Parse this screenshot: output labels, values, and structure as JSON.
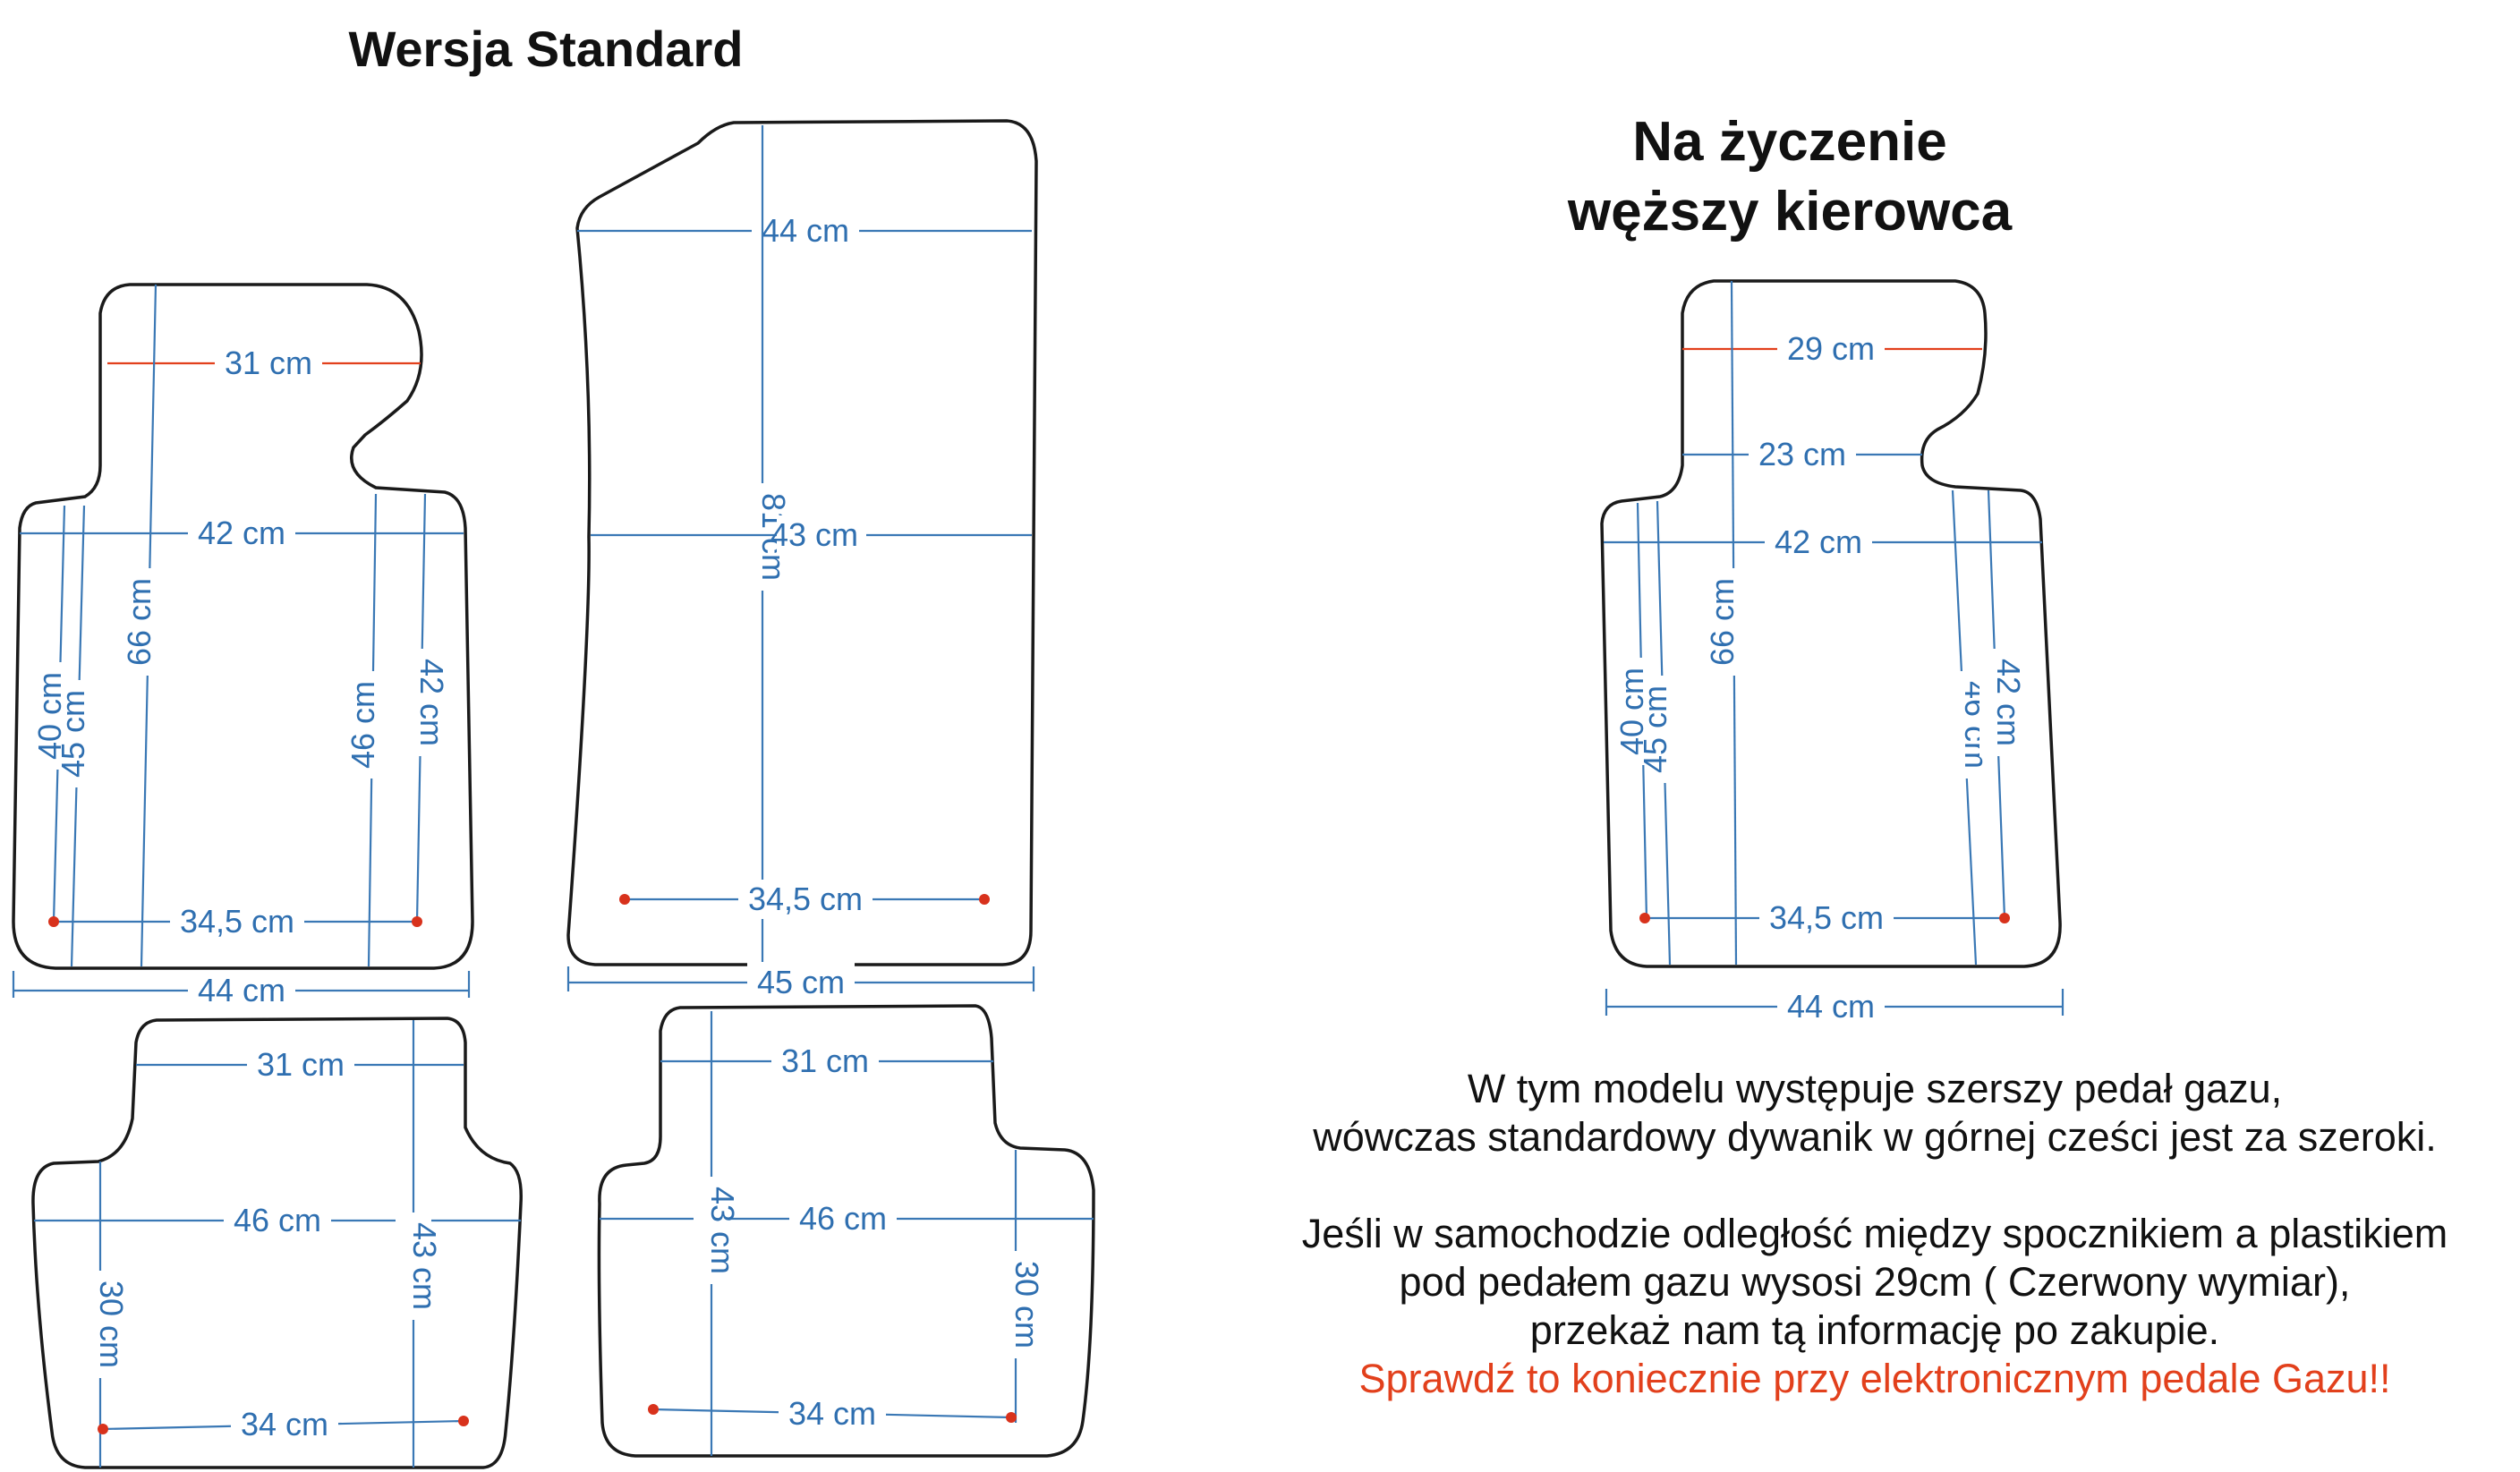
{
  "headings": {
    "standard": "Wersja Standard",
    "optional_line1": "Na życzenie",
    "optional_line2": "węższy kierowca"
  },
  "mats": {
    "driver": {
      "width_top": "31 cm",
      "width_mid": "42 cm",
      "height_total": "66 cm",
      "height_left_1": "40 cm",
      "height_left_2": "45 cm",
      "height_right_1": "46 cm",
      "height_right_2": "42 cm",
      "heel_points": "34,5 cm",
      "width_bottom": "44 cm"
    },
    "passenger": {
      "width_top": "44 cm",
      "height_total": "81 cm",
      "width_mid": "43 cm",
      "heel_points": "34,5 cm",
      "width_bottom": "45 cm"
    },
    "rear_left": {
      "width_top": "31 cm",
      "width_mid": "46 cm",
      "height_total": "43 cm",
      "height_side": "30 cm",
      "points": "34 cm"
    },
    "rear_right": {
      "width_top": "31 cm",
      "width_mid": "46 cm",
      "height_total": "43 cm",
      "height_side": "30 cm",
      "points": "34 cm"
    },
    "narrow_driver": {
      "width_top": "29 cm",
      "width_neck": "23 cm",
      "width_mid": "42 cm",
      "height_total": "66 cm",
      "height_left_1": "40 cm",
      "height_left_2": "45 cm",
      "height_right_1": "46 cm",
      "height_right_2": "42 cm",
      "heel_points": "34,5 cm",
      "width_bottom": "44 cm"
    }
  },
  "info": {
    "line1": "W tym modelu występuje szerszy pedał gazu,",
    "line2": "wówczas standardowy dywanik w górnej cześci jest za szeroki.",
    "line3": "Jeśli w samochodzie odległość między spocznikiem a plastikiem",
    "line4": "pod pedałem gazu wysosi 29cm ( Czerwony wymiar),",
    "line5": "przekaż nam tą informację po zakupie.",
    "warning": "Sprawdź to koniecznie przy elektronicznym pedale Gazu!!"
  },
  "colors": {
    "dimension": "#3a78b5",
    "highlight": "#e2401c",
    "outline": "#1a1a1a"
  }
}
